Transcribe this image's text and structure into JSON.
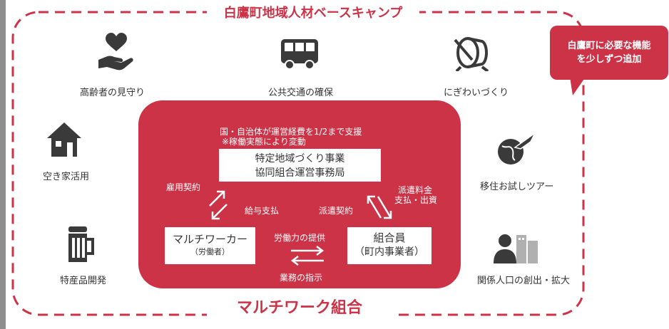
{
  "title": "白鷹町地域人材ベースキャンプ",
  "callout": {
    "line1": "白鷹町に必要な機能",
    "line2": "を少しずつ追加"
  },
  "features": {
    "elderly": "高齢者の見守り",
    "transport": "公共交通の確保",
    "festival": "にぎわいづくり",
    "vacant_house": "空き家活用",
    "migration_tour": "移住お試しツアー",
    "local_product": "特産品開発",
    "population": "関係人口の創出・拡大"
  },
  "center": {
    "support_note": "国・自治体が運営経費を1/2まで支援",
    "support_subnote": "※稼働実態により変動",
    "office_line1": "特定地域づくり事業",
    "office_line2": "協同組合運営事務局",
    "employment_contract": "雇用契約",
    "salary_payment": "給与支払",
    "dispatch_contract": "派遣契約",
    "dispatch_fee_line1": "派遣料金",
    "dispatch_fee_line2": "支払・出資",
    "worker_line1": "マルチワーカー",
    "worker_line2": "（労働者）",
    "member_line1": "組合員",
    "member_line2": "（町内事業者）",
    "labor_provision": "労働力の提供",
    "work_instruction": "業務の指示"
  },
  "cooperative_name": "マルチワーク組合",
  "colors": {
    "accent": "#cc3347",
    "icon": "#3a3a3a",
    "text": "#333333"
  },
  "icons": [
    "heart-hand-icon",
    "bus-icon",
    "drum-icon",
    "house-icon",
    "airplane-globe-icon",
    "beer-mug-icon",
    "person-building-icon"
  ]
}
